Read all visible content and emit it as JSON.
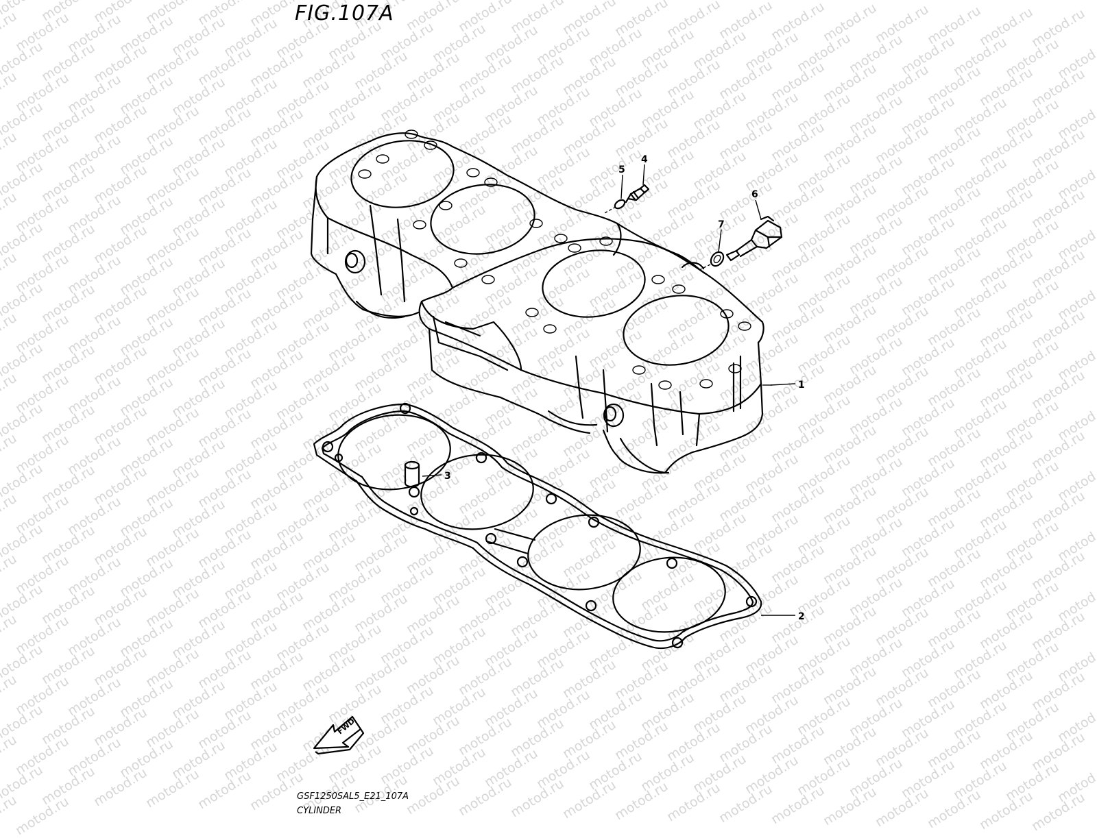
{
  "figure": {
    "title": "FIG.107A",
    "code": "GSF1250SAL5_E21_107A",
    "name": "CYLINDER",
    "watermark_text": "motod.ru",
    "direction_label": "FWD"
  },
  "callouts": [
    {
      "id": "1",
      "label": "1"
    },
    {
      "id": "2",
      "label": "2"
    },
    {
      "id": "3",
      "label": "3"
    },
    {
      "id": "4",
      "label": "4"
    },
    {
      "id": "5",
      "label": "5"
    },
    {
      "id": "6",
      "label": "6"
    },
    {
      "id": "7",
      "label": "7"
    }
  ]
}
